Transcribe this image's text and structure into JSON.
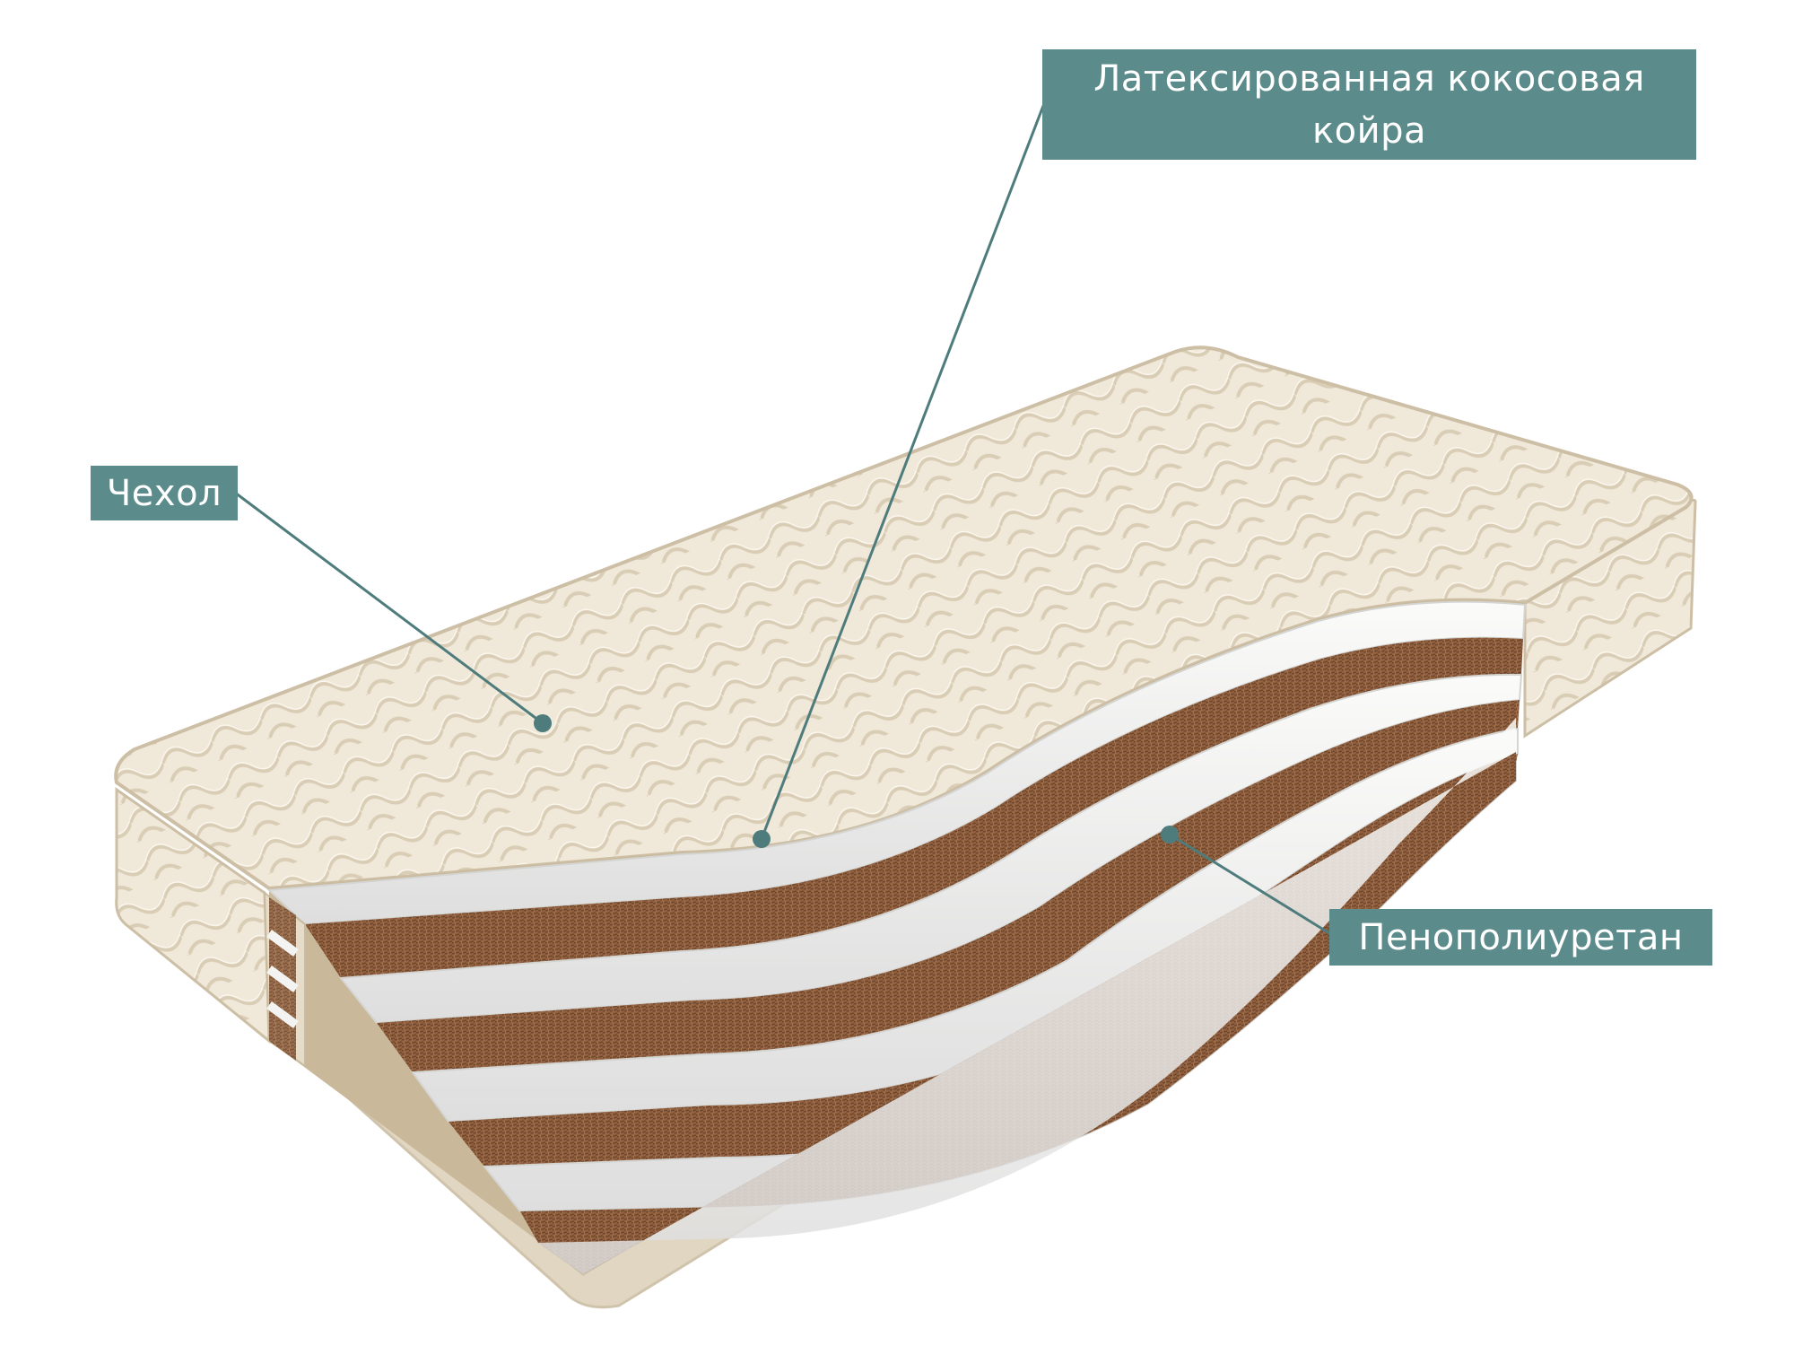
{
  "labels": {
    "cover": "Чехол",
    "coir_line1": "Латексированная кокосовая",
    "coir_line2": "койра",
    "foam": "Пенополиуретан"
  },
  "colors": {
    "label_bg": "#5c8b8b",
    "leader_line": "#4e7c7c",
    "cover_fabric": "#efe6d5",
    "coir": "#8a5a3a",
    "foam": "#f1f1ef"
  },
  "icons": {
    "pointer": "leader-dot"
  }
}
